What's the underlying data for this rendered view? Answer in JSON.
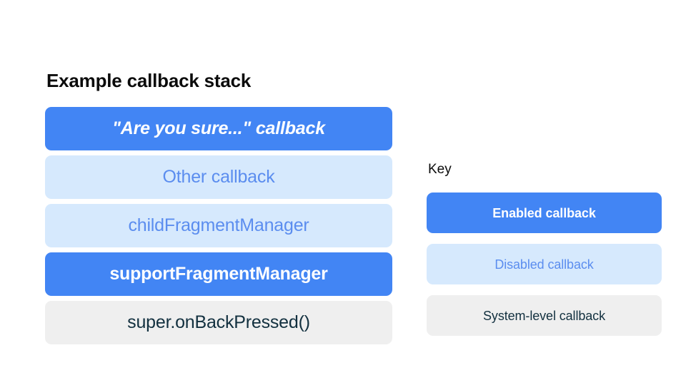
{
  "colors": {
    "background": "#ffffff",
    "enabled_bg": "#4285f4",
    "enabled_text": "#ffffff",
    "disabled_bg": "#d6e9fd",
    "disabled_text": "#5b8def",
    "system_bg": "#efefef",
    "system_text": "#12303f",
    "heading_text": "#0b0b0b"
  },
  "stack": {
    "title": "Example callback stack",
    "rows": [
      {
        "label": "\"Are you sure...\" callback",
        "state": "enabled",
        "italic": true
      },
      {
        "label": "Other callback",
        "state": "disabled",
        "italic": false
      },
      {
        "label": "childFragmentManager",
        "state": "disabled",
        "italic": false
      },
      {
        "label": "supportFragmentManager",
        "state": "enabled",
        "italic": false
      },
      {
        "label": "super.onBackPressed()",
        "state": "system",
        "italic": false
      }
    ]
  },
  "key": {
    "title": "Key",
    "rows": [
      {
        "label": "Enabled callback",
        "state": "enabled"
      },
      {
        "label": "Disabled callback",
        "state": "disabled"
      },
      {
        "label": "System-level callback",
        "state": "system"
      }
    ]
  }
}
